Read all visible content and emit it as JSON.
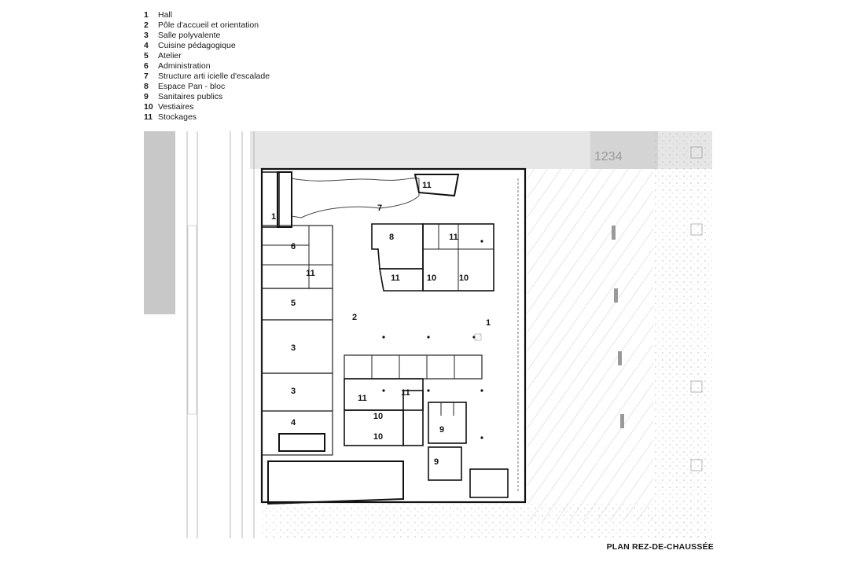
{
  "legend": [
    {
      "num": "1",
      "label": "Hall"
    },
    {
      "num": "2",
      "label": "Pôle d'accueil et orientation"
    },
    {
      "num": "3",
      "label": "Salle polyvalente"
    },
    {
      "num": "4",
      "label": "Cuisine pédagogique"
    },
    {
      "num": "5",
      "label": "Atelier"
    },
    {
      "num": "6",
      "label": "Administration"
    },
    {
      "num": "7",
      "label": "Structure arti icielle d'escalade"
    },
    {
      "num": "8",
      "label": "Espace Pan - bloc"
    },
    {
      "num": "9",
      "label": "Sanitaires publics"
    },
    {
      "num": "10",
      "label": "Vestiaires"
    },
    {
      "num": "11",
      "label": "Stockages"
    }
  ],
  "site_label": "1234",
  "rooms": [
    {
      "label": "1"
    },
    {
      "label": "1"
    },
    {
      "label": "2"
    },
    {
      "label": "3"
    },
    {
      "label": "3"
    },
    {
      "label": "4"
    },
    {
      "label": "5"
    },
    {
      "label": "6"
    },
    {
      "label": "7"
    },
    {
      "label": "8"
    },
    {
      "label": "9"
    },
    {
      "label": "9"
    },
    {
      "label": "10"
    },
    {
      "label": "10"
    },
    {
      "label": "10"
    },
    {
      "label": "10"
    },
    {
      "label": "11"
    },
    {
      "label": "11"
    },
    {
      "label": "11"
    },
    {
      "label": "11"
    },
    {
      "label": "11"
    },
    {
      "label": "11"
    }
  ],
  "caption": "PLAN REZ-DE-CHAUSSÉE",
  "colors": {
    "wall": "#111111",
    "site_gray": "#c8c8c8",
    "pale_gray": "#e6e6e6",
    "line": "#a8a8a8"
  }
}
